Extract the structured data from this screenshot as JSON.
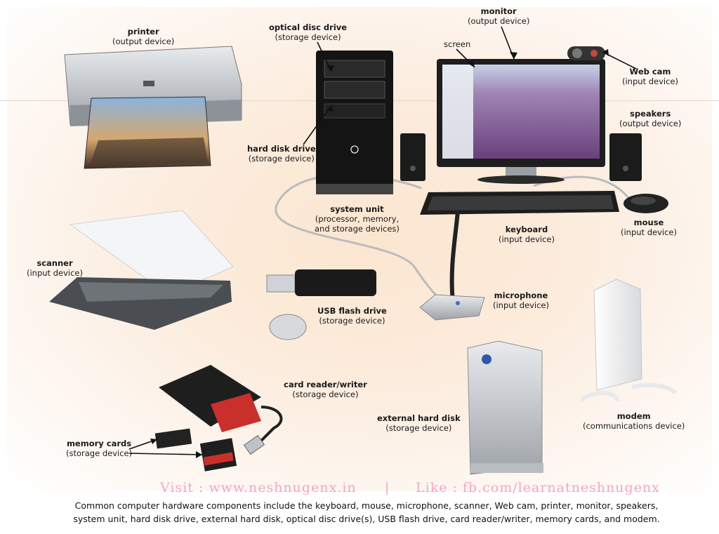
{
  "labels": {
    "printer": {
      "name": "printer",
      "type": "(output device)"
    },
    "optical": {
      "name": "optical disc drive",
      "type": "(storage device)"
    },
    "monitor": {
      "name": "monitor",
      "type": "(output device)"
    },
    "screen": {
      "name": "screen"
    },
    "webcam": {
      "name": "Web cam",
      "type": "(input device)"
    },
    "speakers": {
      "name": "speakers",
      "type": "(output device)"
    },
    "harddisk": {
      "name": "hard disk drive",
      "type": "(storage device)"
    },
    "systemunit": {
      "name": "system unit",
      "line1": "(processor, memory,",
      "line2": "and storage devices)"
    },
    "keyboard": {
      "name": "keyboard",
      "type": "(input device)"
    },
    "mouse": {
      "name": "mouse",
      "type": "(input device)"
    },
    "scanner": {
      "name": "scanner",
      "type": "(input device)"
    },
    "usb": {
      "name": "USB flash drive",
      "type": "(storage device)"
    },
    "microphone": {
      "name": "microphone",
      "type": "(input device)"
    },
    "cardreader": {
      "name": "card reader/writer",
      "type": "(storage device)"
    },
    "external": {
      "name": "external hard disk",
      "type": "(storage device)"
    },
    "modem": {
      "name": "modem",
      "type": "(communications device)"
    },
    "memcards": {
      "name": "memory cards",
      "type": "(storage device)"
    }
  },
  "footer": {
    "visit": "Visit : www.neshnugenx.in",
    "separator": "|",
    "like": "Like : fb.com/learnatneshnugenx",
    "caption": "Common computer hardware components include the keyboard, mouse, microphone, scanner, Web cam, printer, monitor, speakers, system unit, hard disk drive, external hard disk, optical disc drive(s), USB flash drive, card reader/writer, memory cards, and modem."
  },
  "colors": {
    "visit_text": "#f2a6c8",
    "tower": "#141414",
    "device_silver": "#c9ccd0"
  },
  "icons": [
    "hp-logo-icon",
    "apple-logo-icon"
  ]
}
